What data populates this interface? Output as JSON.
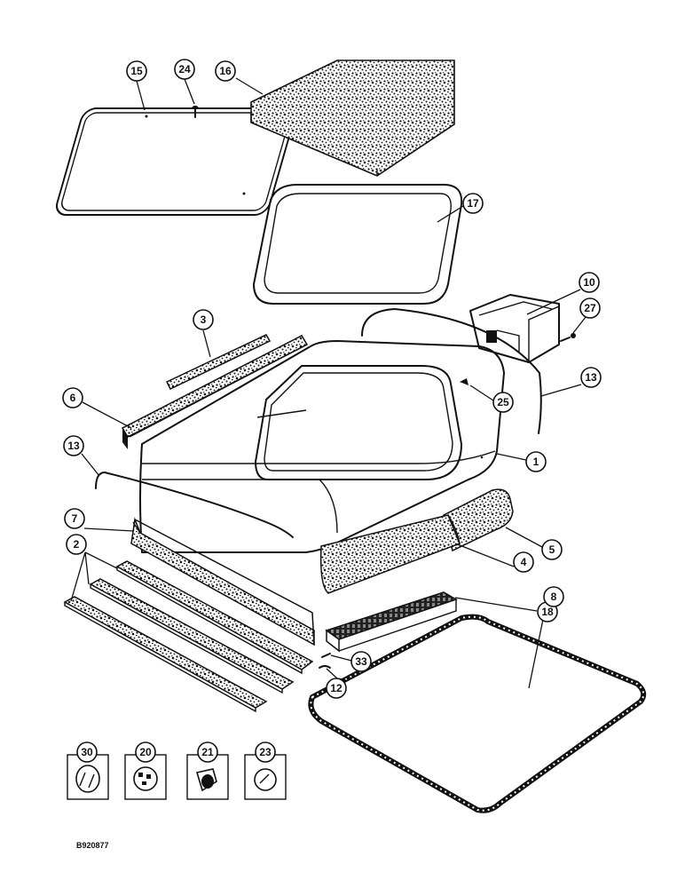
{
  "drawing_code": "B920877",
  "callouts": [
    "15",
    "24",
    "16",
    "17",
    "10",
    "27",
    "3",
    "13",
    "25",
    "6",
    "1",
    "13",
    "7",
    "5",
    "2",
    "4",
    "18",
    "8",
    "33",
    "12",
    "30",
    "20",
    "21",
    "23"
  ]
}
